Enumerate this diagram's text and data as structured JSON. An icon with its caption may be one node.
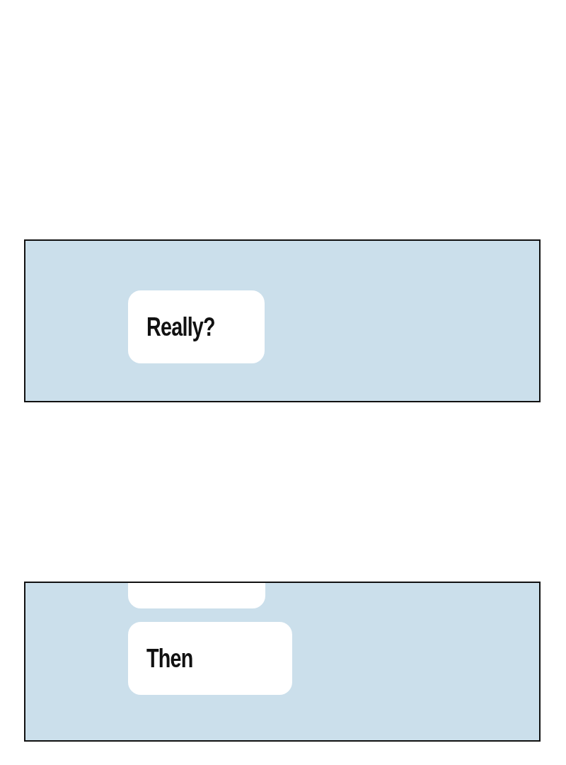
{
  "diagram": {
    "nodes": [
      {
        "text": [],
        "shape": "box"
      },
      {
        "text": [
          "Really?"
        ],
        "in": 0
      },
      {
        "text": [],
        "shape": "box"
      },
      {
        "text": [],
        "shape": "box",
        "in": 2
      },
      {
        "text": [
          "Then"
        ],
        "in": 2
      }
    ],
    "edges": []
  }
}
